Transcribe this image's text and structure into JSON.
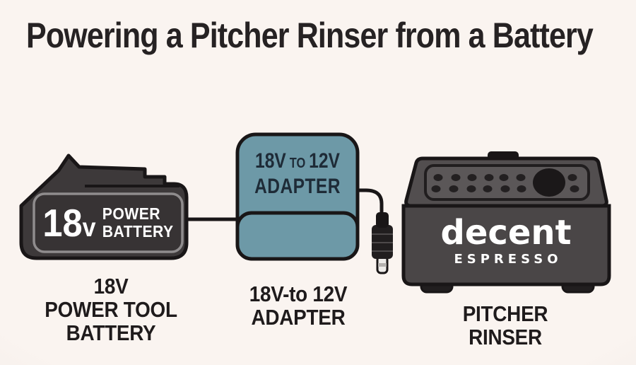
{
  "title": "Powering a Pitcher Rinser from a Battery",
  "battery": {
    "device_label": {
      "number": "18",
      "unit": "v",
      "word1": "POWER",
      "word2": "BATTERY"
    },
    "caption": [
      "18V",
      "POWER TOOL",
      "BATTERY"
    ]
  },
  "adapter": {
    "device_label": {
      "volt_in": "18V",
      "to": "TO",
      "volt_out": "12V",
      "line2": "ADAPTER"
    },
    "caption": [
      "18V-to 12V",
      "ADAPTER"
    ]
  },
  "rinser": {
    "brand": "decent",
    "sub_brand": "ESPRESSO",
    "caption": [
      "PITCHER",
      "RINSER"
    ]
  },
  "colors": {
    "background": "#faf4f0",
    "outline": "#191617",
    "battery_body": "#3d393a",
    "battery_panel_stroke": "#8f8c8d",
    "adapter_fill": "#6d99a7",
    "adapter_text": "#1e2b37",
    "rinser_front": "#4a4647",
    "rinser_top": "#524e4f",
    "rinser_panel": "#5b5758",
    "plug_tip": "#edebe9",
    "caption_text": "#1f1b1c",
    "device_text": "#ffffff"
  }
}
